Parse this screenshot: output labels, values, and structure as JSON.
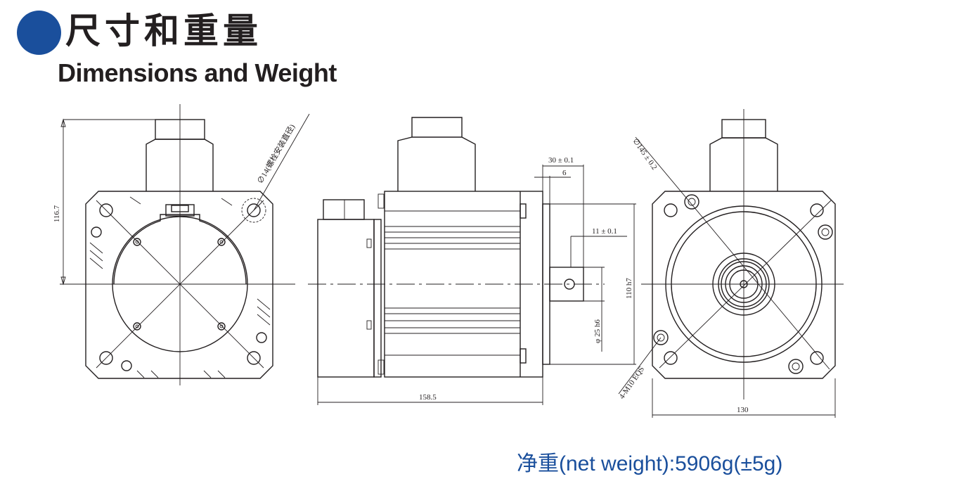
{
  "header": {
    "title_cn": "尺寸和重量",
    "title_en": "Dimensions and Weight"
  },
  "colors": {
    "accent": "#1a4f9c",
    "line": "#231f20"
  },
  "drawing": {
    "dims": {
      "height_116_7": "116.7",
      "bolt_hole": "∅14(螺栓安装直径)",
      "d30": "30 ± 0.1",
      "d6": "6",
      "d11": "11 ± 0.1",
      "d110": "110 h7",
      "d25": "φ 25 h6",
      "d158": "158.5",
      "d145": "∅145 ± 0.2",
      "m10": "4-M10 EQS",
      "d130": "130"
    }
  },
  "footer": {
    "net_weight": "净重(net weight):5906g(±5g)"
  }
}
